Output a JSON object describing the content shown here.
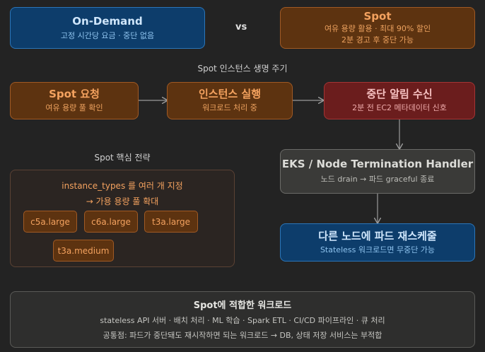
{
  "comparison": {
    "ondemand": {
      "title": "On-Demand",
      "sub": "고정 시간당 요금 · 중단 없음"
    },
    "vs": "vs",
    "spot": {
      "title": "Spot",
      "sub1": "여유 용량 활용 · 최대 90% 할인",
      "sub2": "2분 경고 후 중단 가능"
    }
  },
  "lifecycle": {
    "heading": "Spot 인스턴스 생명 주기",
    "request": {
      "title": "Spot 요청",
      "sub": "여유 용량 풀 확인"
    },
    "running": {
      "title": "인스턴스 실행",
      "sub": "워크로드 처리 중"
    },
    "interrupt": {
      "title": "중단 알림 수신",
      "sub": "2분 전 EC2 메타데이터 신호"
    },
    "handler": {
      "title": "EKS / Node Termination Handler",
      "sub": "노드 drain → 파드 graceful 종료"
    },
    "reschedule": {
      "title": "다른 노드에 파드 재스케줄",
      "sub": "Stateless 워크로드면 무중단 가능"
    }
  },
  "strategy": {
    "heading": "Spot 핵심 전략",
    "line1": "instance_types 를 여러 개 지정",
    "line2": "→ 가용 용량 풀 확대",
    "types": [
      "c5a.large",
      "c6a.large",
      "t3a.large",
      "t3a.medium"
    ]
  },
  "workloads": {
    "title": "Spot에 적합한 워크로드",
    "line1": "stateless API 서버 · 배치 처리 · ML 학습 · Spark ETL · CI/CD 파이프라인 · 큐 처리",
    "line2": "공통점: 파드가 중단돼도 재시작하면 되는 워크로드 → DB, 상태 저장 서비스는 부적합"
  }
}
